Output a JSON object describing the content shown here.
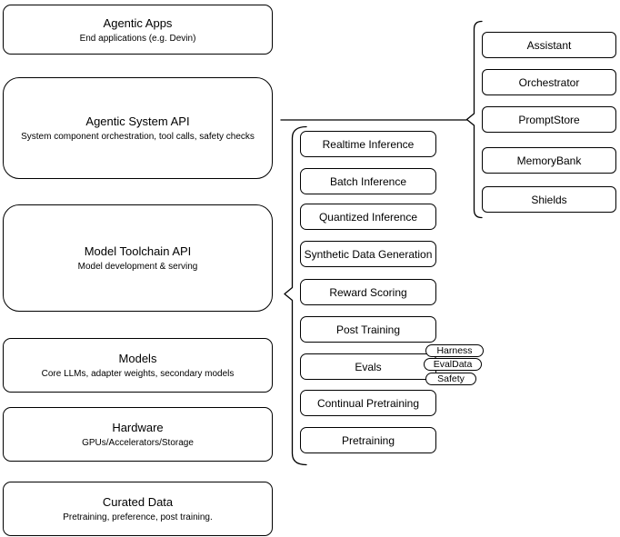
{
  "left_column": [
    {
      "title": "Agentic Apps",
      "subtitle": "End applications (e.g. Devin)"
    },
    {
      "title": "Agentic System API",
      "subtitle": "System component orchestration, tool calls, safety checks"
    },
    {
      "title": "Model Toolchain API",
      "subtitle": "Model development & serving"
    },
    {
      "title": "Models",
      "subtitle": "Core LLMs, adapter weights, secondary models"
    },
    {
      "title": "Hardware",
      "subtitle": "GPUs/Accelerators/Storage"
    },
    {
      "title": "Curated Data",
      "subtitle": "Pretraining, preference, post training."
    }
  ],
  "toolchain_services": [
    "Realtime Inference",
    "Batch Inference",
    "Quantized Inference",
    "Synthetic Data Generation",
    "Reward Scoring",
    "Post Training",
    "Evals",
    "Continual Pretraining",
    "Pretraining"
  ],
  "eval_components": [
    "Harness",
    "EvalData",
    "Safety"
  ],
  "system_components": [
    "Assistant",
    "Orchestrator",
    "PromptStore",
    "MemoryBank",
    "Shields"
  ],
  "groups": [
    {
      "bracket": "toolchain-services-bracket",
      "points_to": "Model Toolchain API"
    },
    {
      "bracket": "system-components-bracket",
      "points_to": "Agentic System API"
    }
  ],
  "colors": {
    "stroke": "#000000",
    "background": "#ffffff",
    "text": "#000000"
  }
}
